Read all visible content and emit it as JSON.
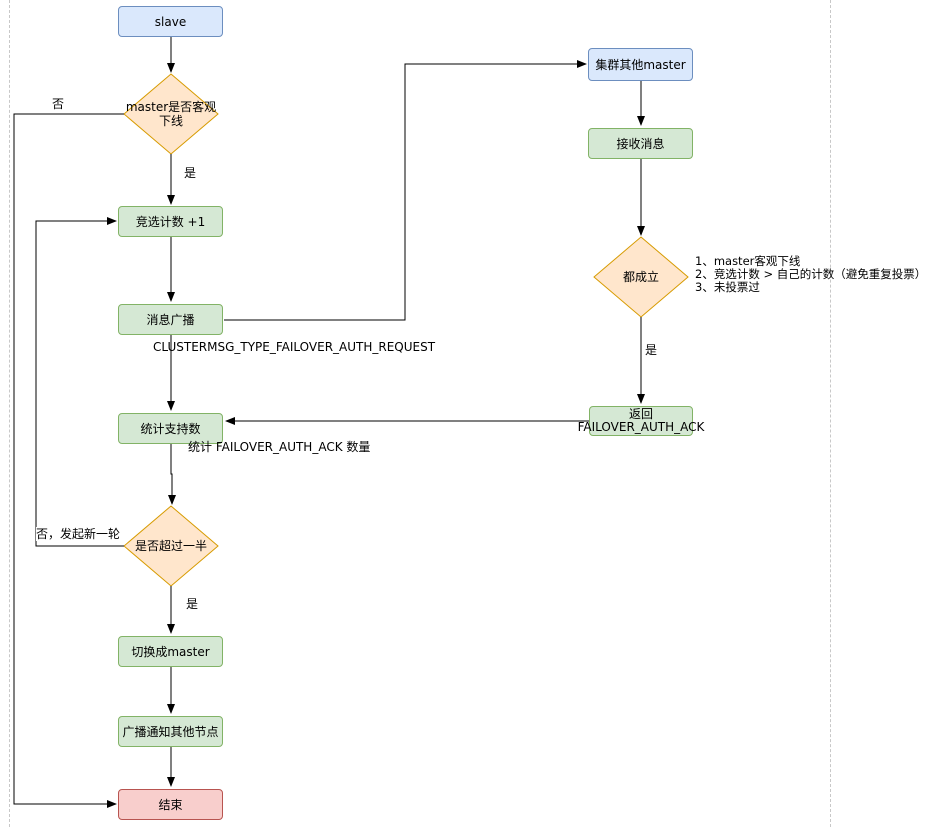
{
  "nodes": {
    "slave": "slave",
    "master_down": "master是否客观\n下线",
    "vote_increment": "竞选计数 +1",
    "broadcast_msg": "消息广播",
    "count_support": "统计支持数",
    "over_half": "是否超过一半",
    "switch_master": "切换成master",
    "broadcast_others": "广播通知其他节点",
    "end": "结束",
    "other_masters": "集群其他master",
    "receive_msg": "接收消息",
    "all_true": "都成立",
    "return_line1": "返回",
    "return_line2": "FAILOVER_AUTH_ACK"
  },
  "edge_labels": {
    "no": "否",
    "yes_1": "是",
    "yes_2": "是",
    "yes_3": "是",
    "no_new_round": "否，发起新一轮",
    "request_msg": "CLUSTERMSG_TYPE_FAILOVER_AUTH_REQUEST",
    "count_ack": "统计 FAILOVER_AUTH_ACK 数量"
  },
  "conditions": "1、master客观下线\n2、竞选计数 > 自己的计数（避免重复投票）\n3、未投票过",
  "colors": {
    "blue_fill": "#dae8fc",
    "blue_stroke": "#6c8ebf",
    "green_fill": "#d5e8d4",
    "green_stroke": "#82b366",
    "orange_fill": "#ffe6cc",
    "orange_stroke": "#d79b00",
    "red_fill": "#f8cecc",
    "red_stroke": "#b85450"
  }
}
